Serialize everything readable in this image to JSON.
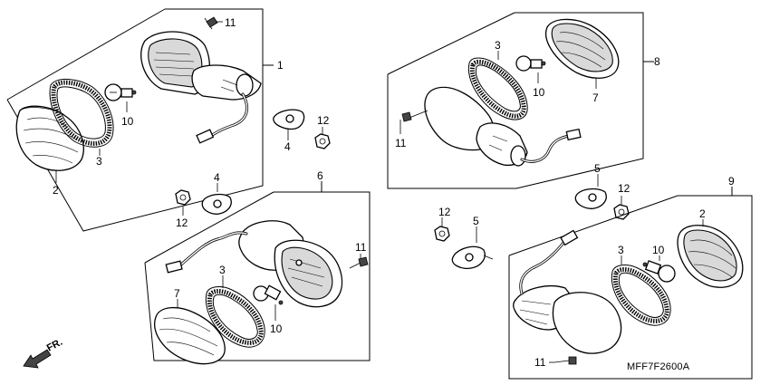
{
  "labels": {
    "l1": "1",
    "l2a": "2",
    "l2b": "2",
    "l3a": "3",
    "l3b": "3",
    "l3c": "3",
    "l3d": "3",
    "l4a": "4",
    "l4b": "4",
    "l5a": "5",
    "l5b": "5",
    "l6": "6",
    "l7a": "7",
    "l7b": "7",
    "l8": "8",
    "l9": "9",
    "l10a": "10",
    "l10b": "10",
    "l10c": "10",
    "l10d": "10",
    "l11a": "11",
    "l11b": "11",
    "l11c": "11",
    "l11d": "11",
    "l12a": "12",
    "l12b": "12",
    "l12c": "12",
    "l12d": "12"
  },
  "diagram_code": "MFF7F2600A",
  "direction_label": "FR."
}
